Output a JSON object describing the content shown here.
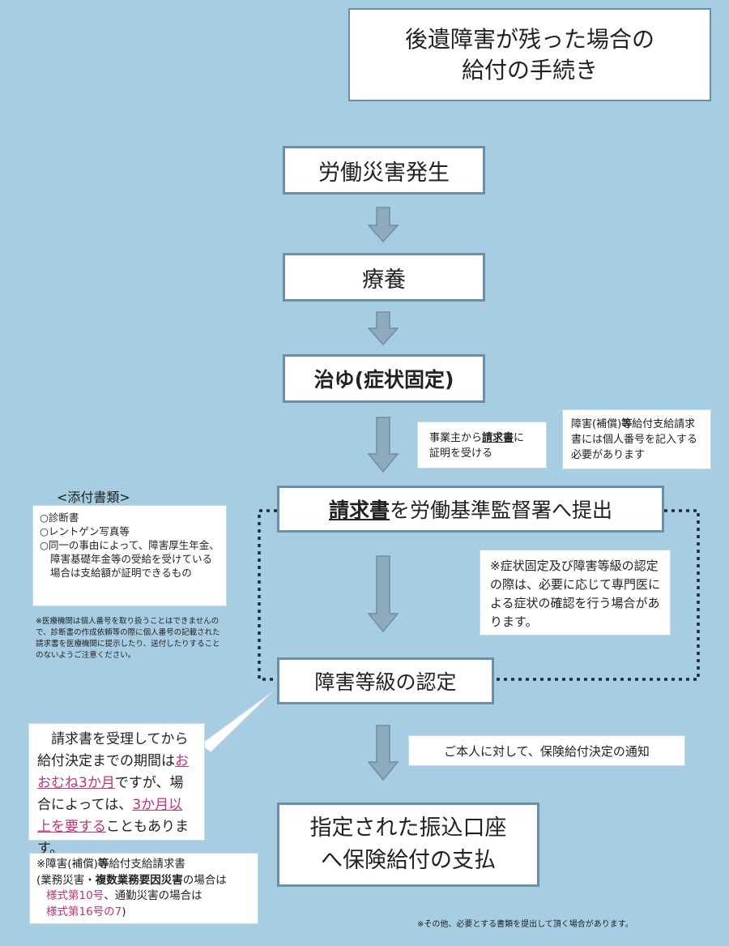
{
  "title": {
    "line1": "後遺障害が残った場合の",
    "line2": "給付の手続き"
  },
  "steps": {
    "s1": "労働災害発生",
    "s2": "療養",
    "s3": "治ゆ(症状固定)",
    "s4": {
      "link": "請求書",
      "rest": "を労働基準監督署へ提出"
    },
    "s5": "障害等級の認定",
    "s6": {
      "line1": "指定された振込口座",
      "line2": "へ保険給付の支払"
    }
  },
  "notes": {
    "employer": {
      "a": "事業主から",
      "b": "請求書",
      "c": "に",
      "d": "証明を受ける"
    },
    "mynumber": {
      "a": "障害(補償)",
      "b": "等",
      "c": "給付支給請求書には個人番号を記入する必要があります"
    },
    "doctor": "※症状固定及び障害等級の認定の際は、必要に応じて専門医による症状の確認を行う場合があります。",
    "notification": "ご本人に対して、保険給付決定の通知",
    "closing": "※その他、必要とする書類を提出して頂く場合があります。"
  },
  "attachments": {
    "header": "<添付書類>",
    "items": [
      "○診断書",
      "○レントゲン写真等",
      "○同一の事由によって、障害厚生年金、障害基礎年金等の受給を受けている場合は支給額が証明できるもの"
    ],
    "footnote": "※医療機関は個人番号を取り扱うことはできませんので、診断書の作成依頼等の際に個人番号の記載された請求書を医療機関に提示したり、送付したりすることのないようご注意ください。"
  },
  "period": {
    "a": "請求書を受理してから給付決定までの期間は",
    "b": "おおむね3か月",
    "c": "ですが、場合によっては、",
    "d": "3か月以上を要する",
    "e": "こともあります。"
  },
  "form": {
    "a": "※障害(補償)",
    "b": "等",
    "c": "給付支給請求書",
    "d": "(業務災害・",
    "e": "複数業務要因災害",
    "f": "の場合は",
    "g": "様式第10号",
    "h": "、通勤災害の場合は",
    "i": "様式第16号の7",
    "j": ")"
  },
  "colors": {
    "background": "#a7cde3",
    "border": "#6d8ea8",
    "arrow": "#8fa9bd",
    "accent": "#c0327a"
  }
}
